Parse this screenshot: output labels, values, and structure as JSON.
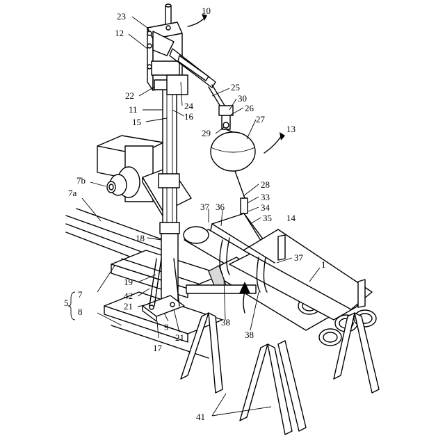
{
  "labels": {
    "l10": "10",
    "l12": "12",
    "l23": "23",
    "l22": "22",
    "l11": "11",
    "l15": "15",
    "l16": "16",
    "l24": "24",
    "l25": "25",
    "l30": "30",
    "l26": "26",
    "l29": "29",
    "l27": "27",
    "l13": "13",
    "l7b": "7b",
    "l7a": "7a",
    "l28": "28",
    "l33": "33",
    "l34": "34",
    "l37a": "37",
    "l36": "36",
    "l35": "35",
    "l14": "14",
    "l18": "18",
    "l37b": "37",
    "l1": "1",
    "l19": "19",
    "l42": "42",
    "l5": "5",
    "l7": "7",
    "l8": "8",
    "l21a": "21",
    "l9": "9",
    "l21b": "21",
    "l17": "17",
    "l38a": "38",
    "l38b": "38",
    "l41": "41"
  }
}
